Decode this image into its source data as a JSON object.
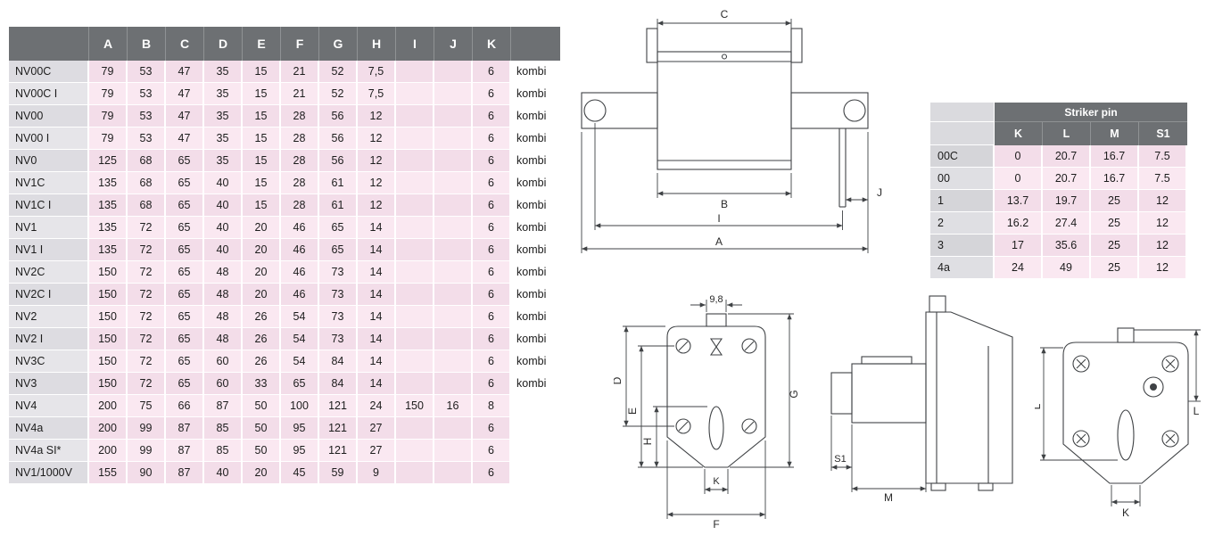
{
  "dimensions_table": {
    "columns": [
      "A",
      "B",
      "C",
      "D",
      "E",
      "F",
      "G",
      "H",
      "I",
      "J",
      "K"
    ],
    "rows": [
      {
        "label": "NV00C",
        "values": [
          "79",
          "53",
          "47",
          "35",
          "15",
          "21",
          "52",
          "7,5",
          "",
          "",
          "6"
        ],
        "kombi": "kombi"
      },
      {
        "label": "NV00C I",
        "values": [
          "79",
          "53",
          "47",
          "35",
          "15",
          "21",
          "52",
          "7,5",
          "",
          "",
          "6"
        ],
        "kombi": "kombi"
      },
      {
        "label": "NV00",
        "values": [
          "79",
          "53",
          "47",
          "35",
          "15",
          "28",
          "56",
          "12",
          "",
          "",
          "6"
        ],
        "kombi": "kombi"
      },
      {
        "label": "NV00 I",
        "values": [
          "79",
          "53",
          "47",
          "35",
          "15",
          "28",
          "56",
          "12",
          "",
          "",
          "6"
        ],
        "kombi": "kombi"
      },
      {
        "label": "NV0",
        "values": [
          "125",
          "68",
          "65",
          "35",
          "15",
          "28",
          "56",
          "12",
          "",
          "",
          "6"
        ],
        "kombi": "kombi"
      },
      {
        "label": "NV1C",
        "values": [
          "135",
          "68",
          "65",
          "40",
          "15",
          "28",
          "61",
          "12",
          "",
          "",
          "6"
        ],
        "kombi": "kombi"
      },
      {
        "label": "NV1C I",
        "values": [
          "135",
          "68",
          "65",
          "40",
          "15",
          "28",
          "61",
          "12",
          "",
          "",
          "6"
        ],
        "kombi": "kombi"
      },
      {
        "label": "NV1",
        "values": [
          "135",
          "72",
          "65",
          "40",
          "20",
          "46",
          "65",
          "14",
          "",
          "",
          "6"
        ],
        "kombi": "kombi"
      },
      {
        "label": "NV1 I",
        "values": [
          "135",
          "72",
          "65",
          "40",
          "20",
          "46",
          "65",
          "14",
          "",
          "",
          "6"
        ],
        "kombi": "kombi"
      },
      {
        "label": "NV2C",
        "values": [
          "150",
          "72",
          "65",
          "48",
          "20",
          "46",
          "73",
          "14",
          "",
          "",
          "6"
        ],
        "kombi": "kombi"
      },
      {
        "label": "NV2C I",
        "values": [
          "150",
          "72",
          "65",
          "48",
          "20",
          "46",
          "73",
          "14",
          "",
          "",
          "6"
        ],
        "kombi": "kombi"
      },
      {
        "label": "NV2",
        "values": [
          "150",
          "72",
          "65",
          "48",
          "26",
          "54",
          "73",
          "14",
          "",
          "",
          "6"
        ],
        "kombi": "kombi"
      },
      {
        "label": "NV2 I",
        "values": [
          "150",
          "72",
          "65",
          "48",
          "26",
          "54",
          "73",
          "14",
          "",
          "",
          "6"
        ],
        "kombi": "kombi"
      },
      {
        "label": "NV3C",
        "values": [
          "150",
          "72",
          "65",
          "60",
          "26",
          "54",
          "84",
          "14",
          "",
          "",
          "6"
        ],
        "kombi": "kombi"
      },
      {
        "label": "NV3",
        "values": [
          "150",
          "72",
          "65",
          "60",
          "33",
          "65",
          "84",
          "14",
          "",
          "",
          "6"
        ],
        "kombi": "kombi"
      },
      {
        "label": "NV4",
        "values": [
          "200",
          "75",
          "66",
          "87",
          "50",
          "100",
          "121",
          "24",
          "150",
          "16",
          "8"
        ],
        "kombi": ""
      },
      {
        "label": "NV4a",
        "values": [
          "200",
          "99",
          "87",
          "85",
          "50",
          "95",
          "121",
          "27",
          "",
          "",
          "6"
        ],
        "kombi": ""
      },
      {
        "label": "NV4a SI*",
        "values": [
          "200",
          "99",
          "87",
          "85",
          "50",
          "95",
          "121",
          "27",
          "",
          "",
          "6"
        ],
        "kombi": ""
      },
      {
        "label": "NV1/1000V",
        "values": [
          "155",
          "90",
          "87",
          "40",
          "20",
          "45",
          "59",
          "9",
          "",
          "",
          "6"
        ],
        "kombi": ""
      }
    ]
  },
  "striker_table": {
    "title": "Striker pin",
    "columns": [
      "K",
      "L",
      "M",
      "S1"
    ],
    "rows": [
      {
        "label": "00C",
        "values": [
          "0",
          "20.7",
          "16.7",
          "7.5"
        ]
      },
      {
        "label": "00",
        "values": [
          "0",
          "20.7",
          "16.7",
          "7.5"
        ]
      },
      {
        "label": "1",
        "values": [
          "13.7",
          "19.7",
          "25",
          "12"
        ]
      },
      {
        "label": "2",
        "values": [
          "16.2",
          "27.4",
          "25",
          "12"
        ]
      },
      {
        "label": "3",
        "values": [
          "17",
          "35.6",
          "25",
          "12"
        ]
      },
      {
        "label": "4a",
        "values": [
          "24",
          "49",
          "25",
          "12"
        ]
      }
    ]
  },
  "drawings": {
    "front_view": {
      "c": "C",
      "b": "B",
      "i": "I",
      "a": "A",
      "j": "J"
    },
    "top_view": {
      "w": "9,8",
      "d": "D",
      "e": "E",
      "h": "H",
      "g": "G",
      "k": "K",
      "f": "F"
    },
    "side_view": {
      "s1": "S1",
      "m": "M"
    },
    "face_view": {
      "l_left": "L",
      "l_right": "L",
      "k": "K"
    }
  },
  "colors": {
    "header_bg": "#6d7073",
    "row_pink_dark": "#f3dde9",
    "row_pink_light": "#fae8f1",
    "label_gray_dark": "#dddce1",
    "label_gray_light": "#e6e5e9",
    "drawing_line": "#3f4245"
  }
}
